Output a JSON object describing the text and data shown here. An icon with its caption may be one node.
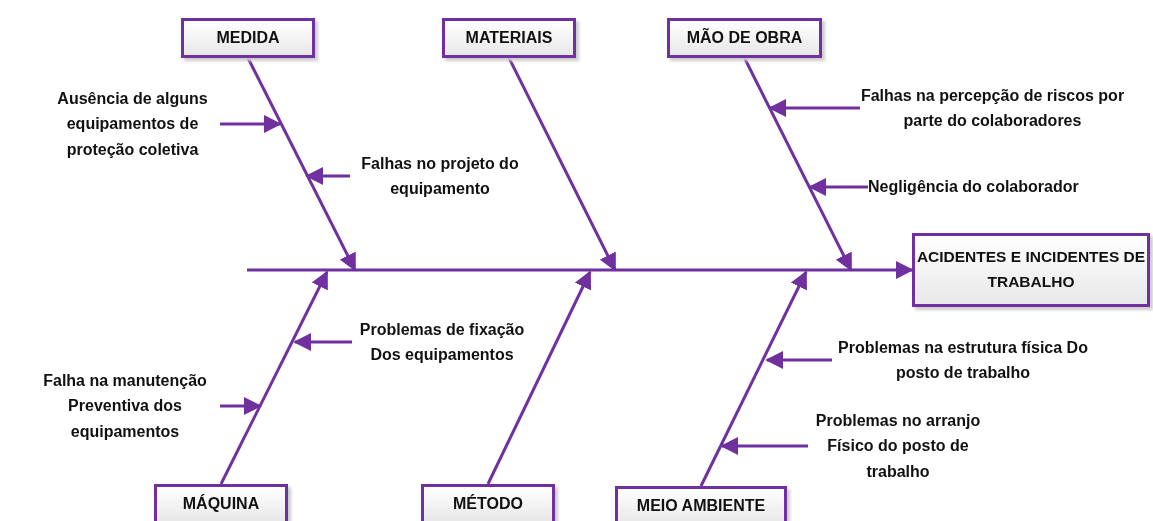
{
  "diagram": {
    "nodes": [
      {
        "text": [
          "MEDIDA"
        ]
      },
      {
        "text": [
          "MATERIAIS"
        ]
      },
      {
        "text": [
          "MÃO DE OBRA"
        ]
      },
      {
        "text": [
          "ACIDENTES E INCIDENTES DE TRABALHO"
        ]
      },
      {
        "text": [
          "MÁQUINA"
        ]
      },
      {
        "text": [
          "MÉTODO"
        ]
      },
      {
        "text": [
          "MEIO AMBIENTE"
        ]
      },
      {
        "text": [
          "Ausência de alguns equipamentos de proteção coletiva"
        ]
      },
      {
        "text": [
          "Falhas no projeto do equipamento"
        ]
      },
      {
        "text": [
          "Falhas na percepção de riscos por parte do colaboradores"
        ]
      },
      {
        "text": [
          "Negligência do colaborador"
        ]
      },
      {
        "text": [
          "Problemas de fixação Dos equipamentos"
        ]
      },
      {
        "text": [
          "Falha na manutenção Preventiva dos equipamentos"
        ]
      },
      {
        "text": [
          "Problemas na estrutura física Do posto de trabalho"
        ]
      },
      {
        "text": [
          "Problemas no arranjo Físico do posto de trabalho"
        ]
      }
    ],
    "edges": [
      {
        "from": null,
        "to": 3,
        "arrow": "to"
      },
      {
        "from": 0,
        "to": null,
        "arrow": "to"
      },
      {
        "from": 1,
        "to": null,
        "arrow": "to"
      },
      {
        "from": 2,
        "to": null,
        "arrow": "to"
      },
      {
        "from": 4,
        "to": null,
        "arrow": "to"
      },
      {
        "from": 5,
        "to": null,
        "arrow": "to"
      },
      {
        "from": 6,
        "to": null,
        "arrow": "to"
      },
      {
        "from": 7,
        "to": null,
        "arrow": "to"
      },
      {
        "from": 8,
        "to": null,
        "arrow": "to"
      },
      {
        "from": 9,
        "to": null,
        "arrow": "to"
      },
      {
        "from": 10,
        "to": null,
        "arrow": "to"
      },
      {
        "from": 11,
        "to": null,
        "arrow": "to"
      },
      {
        "from": 12,
        "to": null,
        "arrow": "to"
      },
      {
        "from": 13,
        "to": null,
        "arrow": "to"
      },
      {
        "from": 14,
        "to": null,
        "arrow": "to"
      }
    ]
  }
}
